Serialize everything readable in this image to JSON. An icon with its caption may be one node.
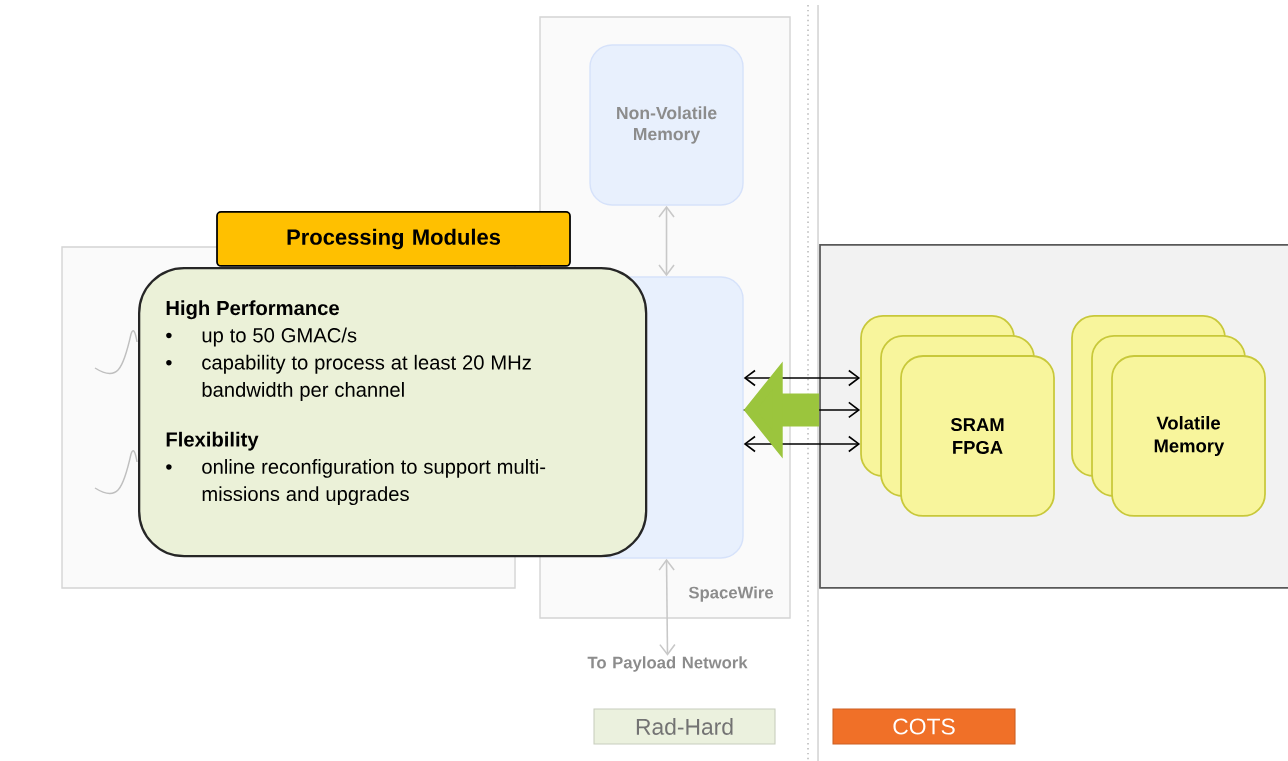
{
  "diagram": {
    "nodes": [
      {
        "text": [],
        "shape": "box"
      },
      {
        "text": [],
        "shape": "box"
      },
      {
        "text": [
          "Non-Volatile Memory"
        ],
        "in": 1
      },
      {
        "text": [],
        "shape": "box",
        "in": 1
      },
      {
        "text": [
          "Processing Modules"
        ]
      },
      {
        "text": [
          "High Performance",
          "•",
          "up to 50 GMAC/s",
          "•",
          "capability to process at least 20 MHz bandwidth per channel",
          "Flexibility",
          "•",
          "online reconfiguration to support multi-missions and upgrades"
        ]
      },
      {
        "text": [],
        "shape": "box"
      },
      {
        "text": [],
        "shape": "box",
        "in": 6
      },
      {
        "text": [],
        "shape": "box",
        "in": 6
      },
      {
        "text": [
          "SRAM FPGA"
        ],
        "in": 6
      },
      {
        "text": [],
        "shape": "box",
        "in": 6
      },
      {
        "text": [],
        "shape": "box",
        "in": 6
      },
      {
        "text": [
          "Volatile Memory"
        ],
        "in": 6
      },
      {
        "text": [
          "To Payload Network"
        ]
      }
    ],
    "edges": [
      {
        "from": 2,
        "to": 3,
        "arrow": "both",
        "color": "#c8c8c8"
      },
      {
        "from": 3,
        "to": 7,
        "arrow": "both",
        "color": "#000000"
      },
      {
        "from": 3,
        "to": 7,
        "arrow": "to",
        "color": "#000000"
      },
      {
        "from": 3,
        "to": 7,
        "arrow": "both",
        "color": "#000000"
      },
      {
        "from": 3,
        "to": 13,
        "arrow": "both",
        "color": "#c8c8c8"
      },
      {
        "from": 6,
        "to": 3,
        "arrow": "to",
        "style": "thick",
        "color": "#9bc53d"
      }
    ],
    "labels": [
      "SpaceWire"
    ],
    "legend": [
      {
        "text": "Rad-Hard",
        "color": "#ebf1de"
      },
      {
        "text": "COTS",
        "color": "#f07028"
      }
    ]
  }
}
